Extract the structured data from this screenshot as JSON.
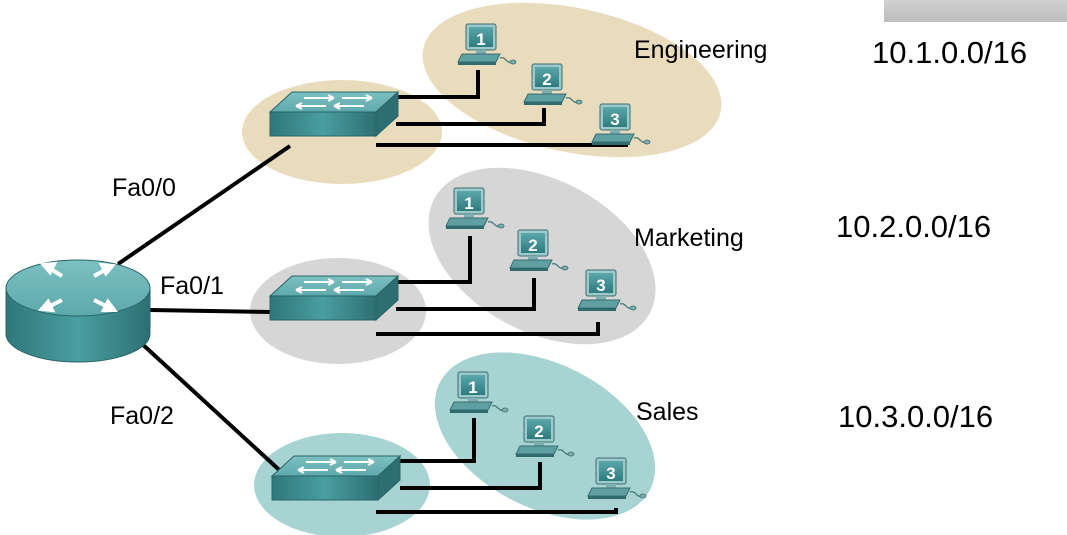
{
  "interfaces": [
    {
      "port": "Fa0/0"
    },
    {
      "port": "Fa0/1"
    },
    {
      "port": "Fa0/2"
    }
  ],
  "segments": [
    {
      "name": "Engineering",
      "network": "10.1.0.0/16",
      "color": "#e8dcbc",
      "pcs": [
        "1",
        "2",
        "3"
      ]
    },
    {
      "name": "Marketing",
      "network": "10.2.0.0/16",
      "color": "#d6d6d6",
      "pcs": [
        "1",
        "2",
        "3"
      ]
    },
    {
      "name": "Sales",
      "network": "10.3.0.0/16",
      "color": "#a8d3d3",
      "pcs": [
        "1",
        "2",
        "3"
      ]
    }
  ],
  "colors": {
    "device_teal": "#3f8e91",
    "link": "#000000",
    "header_bar": "#c8c8c8"
  }
}
